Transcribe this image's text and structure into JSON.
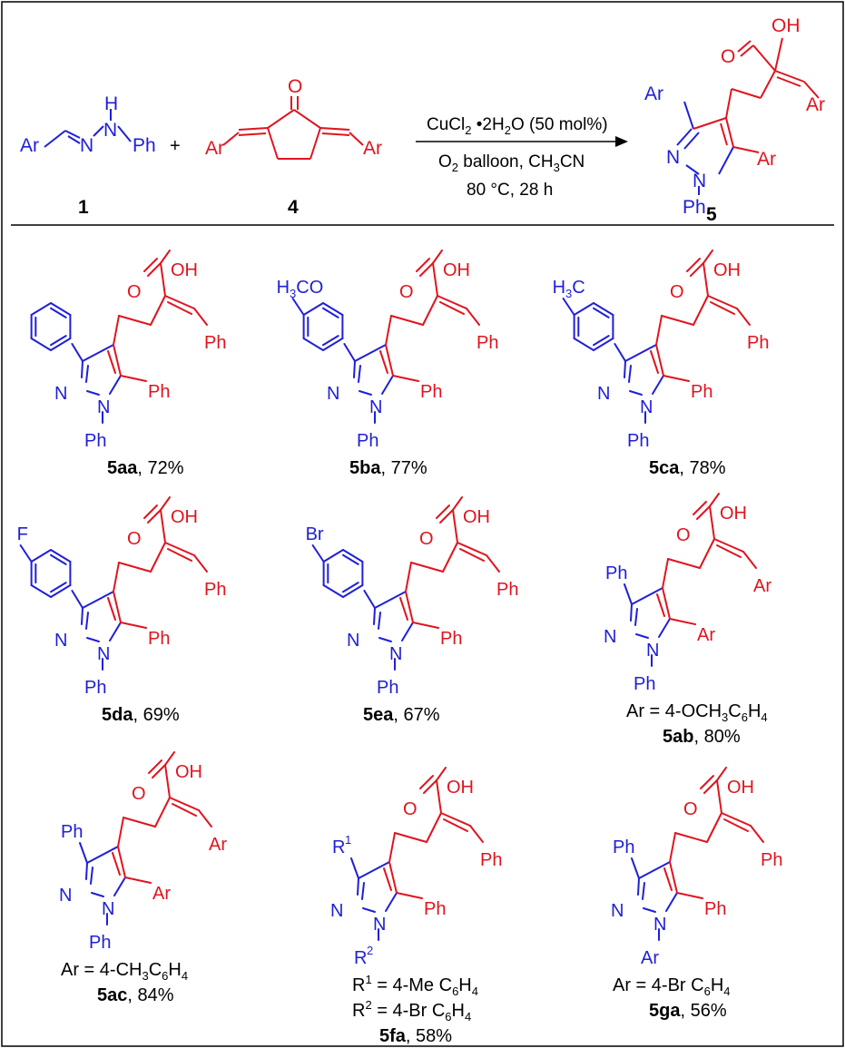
{
  "colors": {
    "blue": "#1f1fd8",
    "red": "#e0141e",
    "black": "#000000"
  },
  "scheme": {
    "reactant1": {
      "ar": "Ar",
      "nh_n": "N",
      "nh_h": "H",
      "n": "N",
      "ph": "Ph",
      "label": "1"
    },
    "plus": "+",
    "reactant4": {
      "o": "O",
      "ar_left": "Ar",
      "ar_right": "Ar",
      "label": "4"
    },
    "conditions": {
      "line1": {
        "a": "CuCl",
        "a_sub": "2",
        "dot": "•",
        "b": "2H",
        "b_sub": "2",
        "c": "O (50 mol%)"
      },
      "line2": {
        "a": "O",
        "a_sub": "2",
        "b": " balloon, CH",
        "b_sub": "3",
        "c": "CN"
      },
      "line3": "80 °C, 28 h"
    },
    "product5": {
      "oh": "OH",
      "o": "O",
      "ar_top": "Ar",
      "ar_c3": "Ar",
      "ar_c5": "Ar",
      "n_left": "N",
      "n_bottom": "N",
      "ph": "Ph",
      "label": "5"
    }
  },
  "products": [
    {
      "id": "5aa",
      "yield": ", 72%",
      "top_sub": "",
      "c3": "",
      "alkene": "Ph",
      "c5": "Ph",
      "n1": "Ph",
      "notes": []
    },
    {
      "id": "5ba",
      "yield": ", 77%",
      "top_sub": "H3CO",
      "c3": "",
      "alkene": "Ph",
      "c5": "Ph",
      "n1": "Ph",
      "notes": []
    },
    {
      "id": "5ca",
      "yield": ", 78%",
      "top_sub": "H3C",
      "c3": "",
      "alkene": "Ph",
      "c5": "Ph",
      "n1": "Ph",
      "notes": []
    },
    {
      "id": "5da",
      "yield": ", 69%",
      "top_sub": "F",
      "c3": "",
      "alkene": "Ph",
      "c5": "Ph",
      "n1": "Ph",
      "notes": []
    },
    {
      "id": "5ea",
      "yield": ", 67%",
      "top_sub": "Br",
      "c3": "",
      "alkene": "Ph",
      "c5": "Ph",
      "n1": "Ph",
      "notes": []
    },
    {
      "id": "5ab",
      "yield": ", 80%",
      "top_sub": "",
      "c3": "Ph",
      "alkene": "Ar",
      "c5": "Ar",
      "n1": "Ph",
      "notes": [
        "Ar = 4-OCH3C6H4"
      ]
    },
    {
      "id": "5ac",
      "yield": ", 84%",
      "top_sub": "",
      "c3": "Ph",
      "alkene": "Ar",
      "c5": "Ar",
      "n1": "Ph",
      "notes": [
        "Ar = 4-CH3C6H4"
      ]
    },
    {
      "id": "5fa",
      "yield": ", 58%",
      "top_sub": "",
      "c3": "R1",
      "alkene": "Ph",
      "c5": "Ph",
      "n1": "R2",
      "notes": [
        "R1 = 4-Me C6H4",
        "R2 = 4-Br C6H4"
      ]
    },
    {
      "id": "5ga",
      "yield": ", 56%",
      "top_sub": "",
      "c3": "Ph",
      "alkene": "Ph",
      "c5": "Ph",
      "n1": "Ar",
      "notes": [
        "Ar = 4-Br C6H4"
      ]
    }
  ],
  "product_common": {
    "oh": "OH",
    "o": "O",
    "n_left": "N",
    "n_bottom": "N"
  }
}
